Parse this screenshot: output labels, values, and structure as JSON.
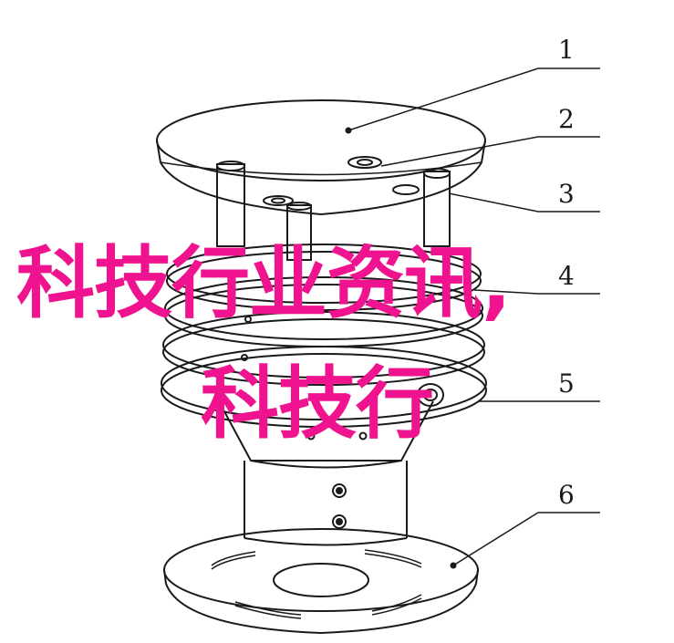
{
  "diagram": {
    "callouts": [
      "1",
      "2",
      "3",
      "4",
      "5",
      "6"
    ]
  },
  "overlay": {
    "line1": "科技行业资讯,",
    "line2": "科技行"
  },
  "colors": {
    "line": "#1a1a1a",
    "overlay_text": "#f0138f",
    "background": "#ffffff"
  }
}
